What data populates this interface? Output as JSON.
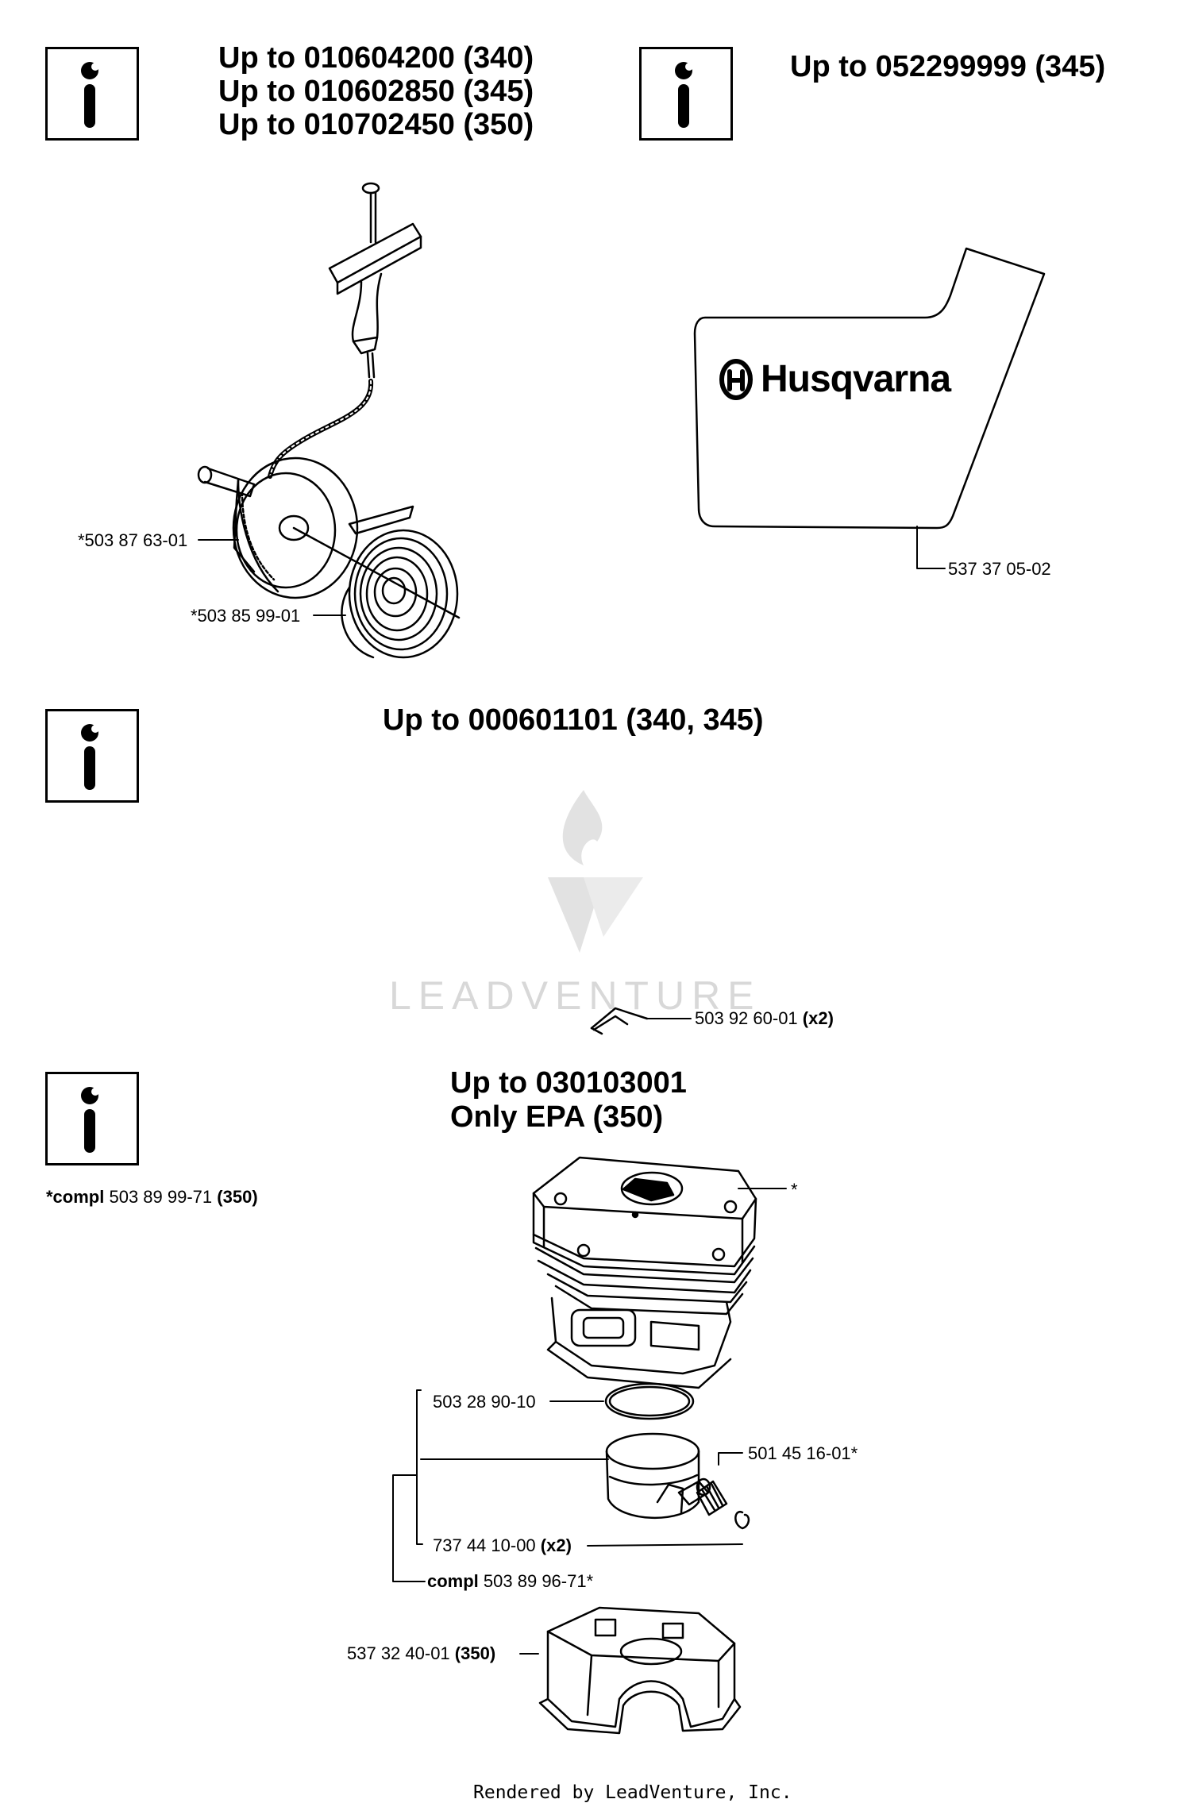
{
  "section1": {
    "left_header": [
      "Up to 010604200  (340)",
      "Up to 010602850  (345)",
      "Up to 010702450  (350)"
    ],
    "right_header": "Up to 052299999 (345)",
    "parts": {
      "starter_pulley": "*503 87 63-01",
      "recoil_spring": "*503 85 99-01",
      "decal": "537 37 05-02"
    },
    "decal_brand": "Husqvarna"
  },
  "section2": {
    "header": "Up to 000601101  (340, 345)",
    "part": "503 92 60-01",
    "part_qty": "(x2)"
  },
  "section3": {
    "header": [
      "Up to 030103001",
      "Only EPA (350)"
    ],
    "compl_prefix": "*compl",
    "compl_number": "503 89 99-71",
    "compl_model": "(350)",
    "cylinder_marker": "*",
    "parts": {
      "piston_ring": "503 28 90-10",
      "needle_bearing": "501 45 16-01*",
      "circlip": "737 44 10-00",
      "circlip_qty": "(x2)",
      "piston_kit_prefix": "compl",
      "piston_kit": "503 89 96-71*",
      "crankcase": "537 32 40-01",
      "crankcase_model": "(350)"
    }
  },
  "watermark": "LEADVENTURE",
  "footer": "Rendered by LeadVenture, Inc."
}
